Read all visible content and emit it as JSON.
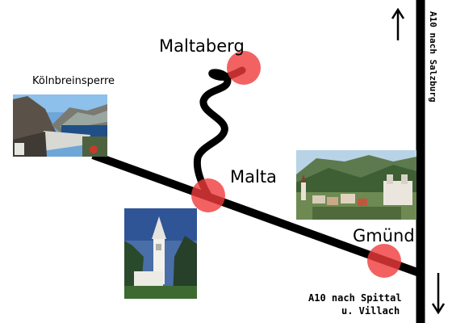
{
  "places": {
    "maltaberg": "Maltaberg",
    "koelnbrein": "Kölnbreinsperre",
    "malta": "Malta",
    "gmuend": "Gmünd"
  },
  "roads": {
    "a10_north": "A10 nach Salzburg",
    "a10_south_line1": "A10 nach Spittal",
    "a10_south_line2": "u. Villach"
  },
  "icons": {
    "north": "arrow-up-icon",
    "south": "arrow-down-icon"
  },
  "colors": {
    "road": "#000000",
    "marker": "#ef3b3b",
    "background": "#ffffff"
  }
}
